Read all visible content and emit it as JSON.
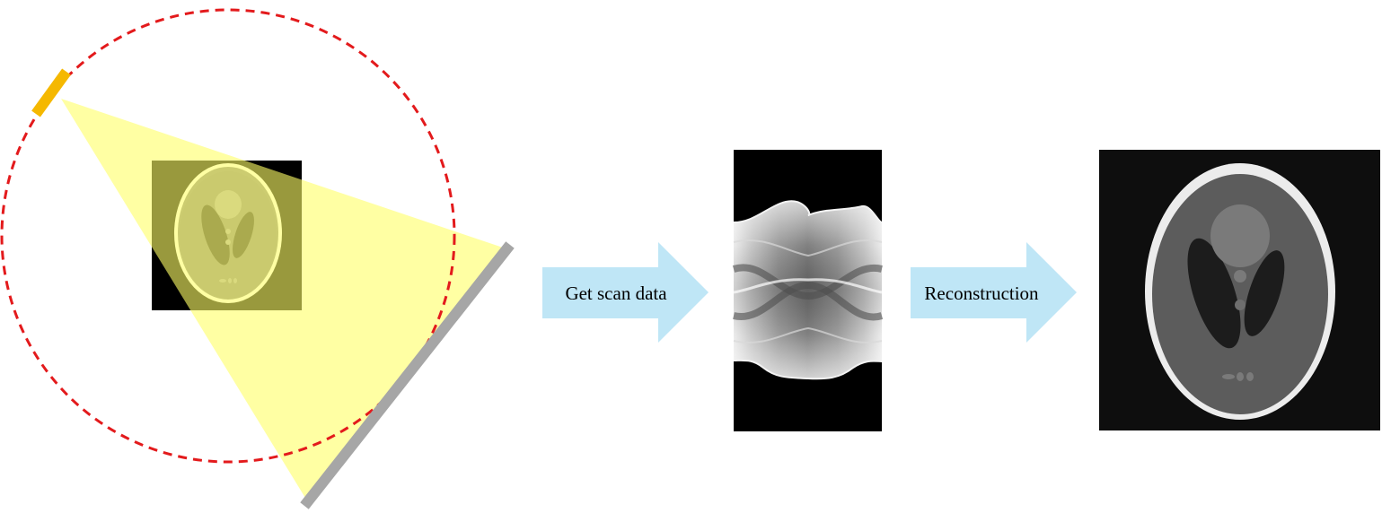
{
  "diagram": {
    "arrows": [
      {
        "label": "Get scan data"
      },
      {
        "label": "Reconstruction"
      }
    ]
  },
  "colors": {
    "orbit": "#e31a1c",
    "source": "#f5b800",
    "beam": "#ffff66",
    "detector": "#a6a6a6",
    "arrow": "#bfe6f6",
    "phantom_background": "#000000",
    "sinogram_background": "#000000"
  },
  "icons": {
    "source": "x-ray-source",
    "detector": "flat-panel-detector",
    "phantom": "shepp-logan-phantom",
    "sinogram": "sinogram-image",
    "reconstruction": "reconstructed-phantom-image"
  }
}
